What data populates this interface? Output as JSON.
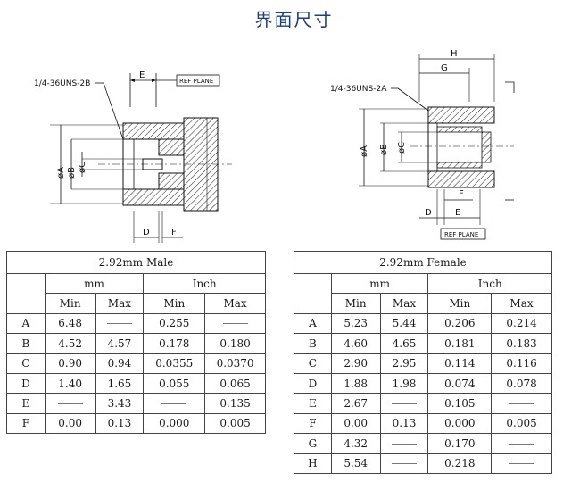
{
  "title": "界面尺寸",
  "male_drawing": {
    "thread_label": "1/4-36UNS-2B",
    "ref_plane": "REF PLANE",
    "dims": {
      "a": "øA",
      "b": "øB",
      "c": "øC",
      "d": "D",
      "e": "E",
      "f": "F"
    }
  },
  "female_drawing": {
    "thread_label": "1/4-36UNS-2A",
    "ref_plane": "REF PLANE",
    "dims": {
      "a": "øA",
      "b": "øB",
      "c": "øC",
      "d": "D",
      "e": "E",
      "f": "F",
      "g": "G",
      "h": "H"
    }
  },
  "male_table": {
    "caption": "2.92mm Male",
    "unit_mm": "mm",
    "unit_inch": "Inch",
    "col_min": "Min",
    "col_max": "Max",
    "rows": [
      {
        "label": "A",
        "mm_min": "6.48",
        "mm_max": "",
        "in_min": "0.255",
        "in_max": ""
      },
      {
        "label": "B",
        "mm_min": "4.52",
        "mm_max": "4.57",
        "in_min": "0.178",
        "in_max": "0.180"
      },
      {
        "label": "C",
        "mm_min": "0.90",
        "mm_max": "0.94",
        "in_min": "0.0355",
        "in_max": "0.0370"
      },
      {
        "label": "D",
        "mm_min": "1.40",
        "mm_max": "1.65",
        "in_min": "0.055",
        "in_max": "0.065"
      },
      {
        "label": "E",
        "mm_min": "",
        "mm_max": "3.43",
        "in_min": "",
        "in_max": "0.135"
      },
      {
        "label": "F",
        "mm_min": "0.00",
        "mm_max": "0.13",
        "in_min": "0.000",
        "in_max": "0.005"
      }
    ]
  },
  "female_table": {
    "caption": "2.92mm Female",
    "unit_mm": "mm",
    "unit_inch": "Inch",
    "col_min": "Min",
    "col_max": "Max",
    "rows": [
      {
        "label": "A",
        "mm_min": "5.23",
        "mm_max": "5.44",
        "in_min": "0.206",
        "in_max": "0.214"
      },
      {
        "label": "B",
        "mm_min": "4.60",
        "mm_max": "4.65",
        "in_min": "0.181",
        "in_max": "0.183"
      },
      {
        "label": "C",
        "mm_min": "2.90",
        "mm_max": "2.95",
        "in_min": "0.114",
        "in_max": "0.116"
      },
      {
        "label": "D",
        "mm_min": "1.88",
        "mm_max": "1.98",
        "in_min": "0.074",
        "in_max": "0.078"
      },
      {
        "label": "E",
        "mm_min": "2.67",
        "mm_max": "",
        "in_min": "0.105",
        "in_max": ""
      },
      {
        "label": "F",
        "mm_min": "0.00",
        "mm_max": "0.13",
        "in_min": "0.000",
        "in_max": "0.005"
      },
      {
        "label": "G",
        "mm_min": "4.32",
        "mm_max": "",
        "in_min": "0.170",
        "in_max": ""
      },
      {
        "label": "H",
        "mm_min": "5.54",
        "mm_max": "",
        "in_min": "0.218",
        "in_max": ""
      }
    ]
  }
}
